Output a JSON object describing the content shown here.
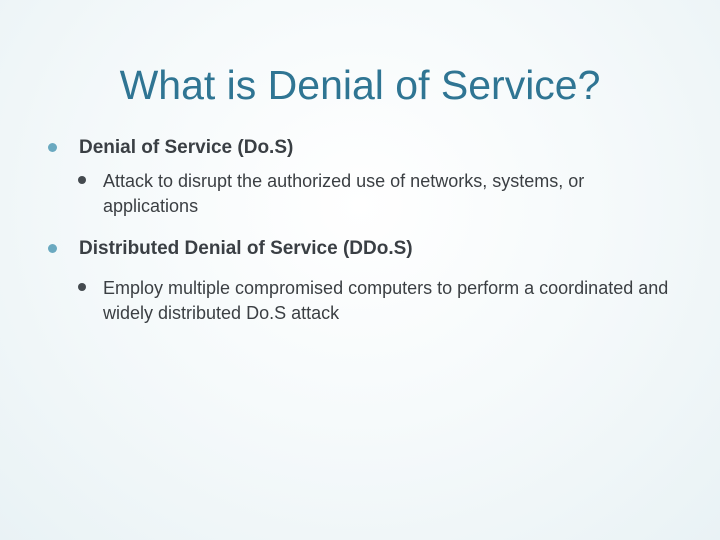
{
  "slide": {
    "title": "What is Denial of Service?",
    "bullets": [
      {
        "text": "Denial of Service (Do.S)",
        "sub": [
          "Attack to disrupt the authorized use of networks, systems, or applications"
        ]
      },
      {
        "text": "Distributed Denial of Service (DDo.S)",
        "sub": [
          "Employ multiple compromised computers to perform a coordinated and widely distributed Do.S attack"
        ]
      }
    ]
  },
  "colors": {
    "title": "#2f7593",
    "bullet_level1": "#6aa9c0",
    "bullet_level2": "#444a4f",
    "body_text": "#3b3f43"
  },
  "icons": {
    "bullet_level1": "filled-circle",
    "bullet_level2": "filled-circle"
  }
}
